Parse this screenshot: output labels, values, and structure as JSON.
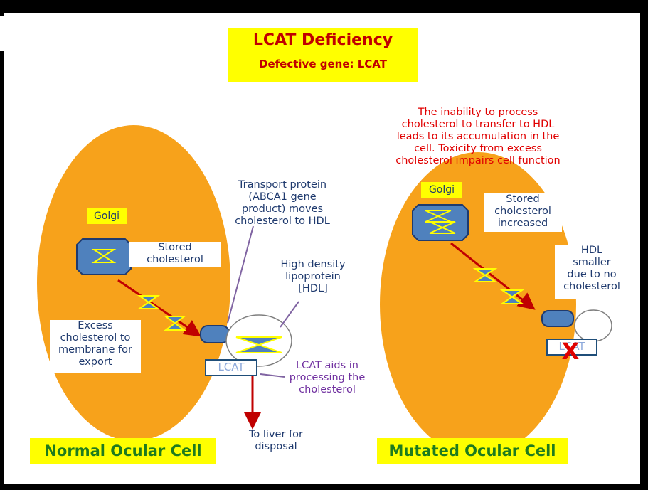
{
  "title": {
    "main": "LCAT Deficiency",
    "subtitle": "Defective gene: LCAT"
  },
  "normal_cell": {
    "golgi_label": "Golgi",
    "stored_label_1": "Stored",
    "stored_label_2": "cholesterol",
    "excess_1": "Excess",
    "excess_2": "cholesterol to",
    "excess_3": "membrane for",
    "excess_4": "export",
    "lcat_label": "LCAT",
    "caption": "Normal  Ocular Cell"
  },
  "annotations": {
    "transport_1": "Transport protein",
    "transport_2": "(ABCA1 gene",
    "transport_3": "product) moves",
    "transport_4": "cholesterol to HDL",
    "hdl_1": "High density",
    "hdl_2": "lipoprotein",
    "hdl_3": "[HDL]",
    "lcat_aids_1": "LCAT aids in",
    "lcat_aids_2": "processing the",
    "lcat_aids_3": "cholesterol",
    "liver_1": "To liver for",
    "liver_2": "disposal"
  },
  "mutated_cell": {
    "inability_1": "The inability to process",
    "inability_2": "cholesterol to transfer to HDL",
    "inability_3": "leads to its accumulation in the",
    "inability_4": "cell. Toxicity from excess",
    "inability_5": "cholesterol impairs cell function",
    "golgi_label": "Golgi",
    "stored_1": "Stored",
    "stored_2": "cholesterol",
    "stored_3": "increased",
    "hdl_small_1": "HDL",
    "hdl_small_2": "smaller",
    "hdl_small_3": "due to no",
    "hdl_small_4": "cholesterol",
    "lcat_label": "LCAT",
    "x_mark": "X",
    "caption": "Mutated Ocular Cell"
  },
  "colors": {
    "cell_fill": "#f7a21b",
    "golgi_fill": "#4f81bd",
    "arrow_red": "#c00000",
    "title_yellow": "#ffff00",
    "caption_green": "#1e7b1e",
    "annotation_blue": "#1f3a6e",
    "annotation_red": "#e00000",
    "annotation_purple": "#7030a0"
  }
}
